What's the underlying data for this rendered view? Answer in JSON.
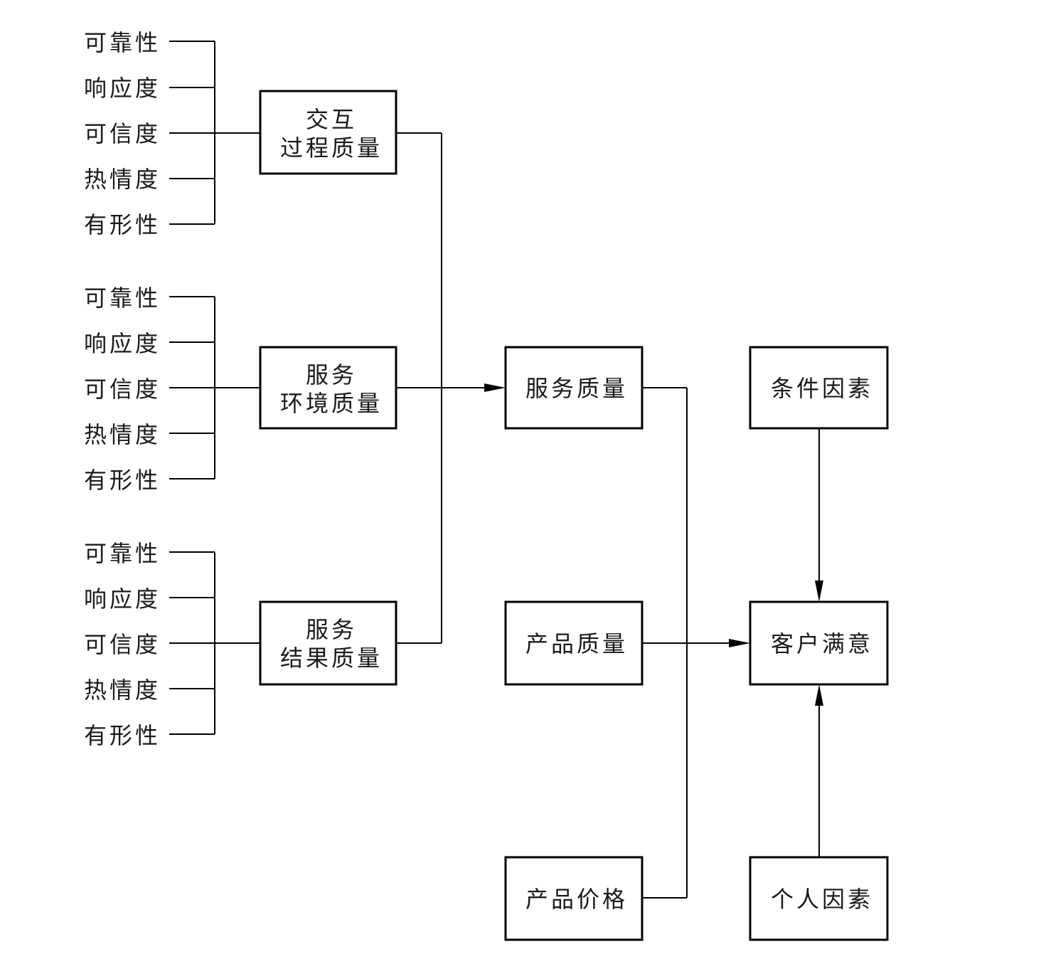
{
  "groups": [
    {
      "factors": [
        "可靠性",
        "响应度",
        "可信度",
        "热情度",
        "有形性"
      ],
      "box_lines": [
        "交互",
        "过程质量"
      ]
    },
    {
      "factors": [
        "可靠性",
        "响应度",
        "可信度",
        "热情度",
        "有形性"
      ],
      "box_lines": [
        "服务",
        "环境质量"
      ]
    },
    {
      "factors": [
        "可靠性",
        "响应度",
        "可信度",
        "热情度",
        "有形性"
      ],
      "box_lines": [
        "服务",
        "结果质量"
      ]
    }
  ],
  "nodes": {
    "service_quality": "服务质量",
    "product_quality": "产品质量",
    "product_price": "产品价格",
    "condition_factors": "条件因素",
    "customer_satisfaction": "客户满意",
    "personal_factors": "个人因素"
  }
}
